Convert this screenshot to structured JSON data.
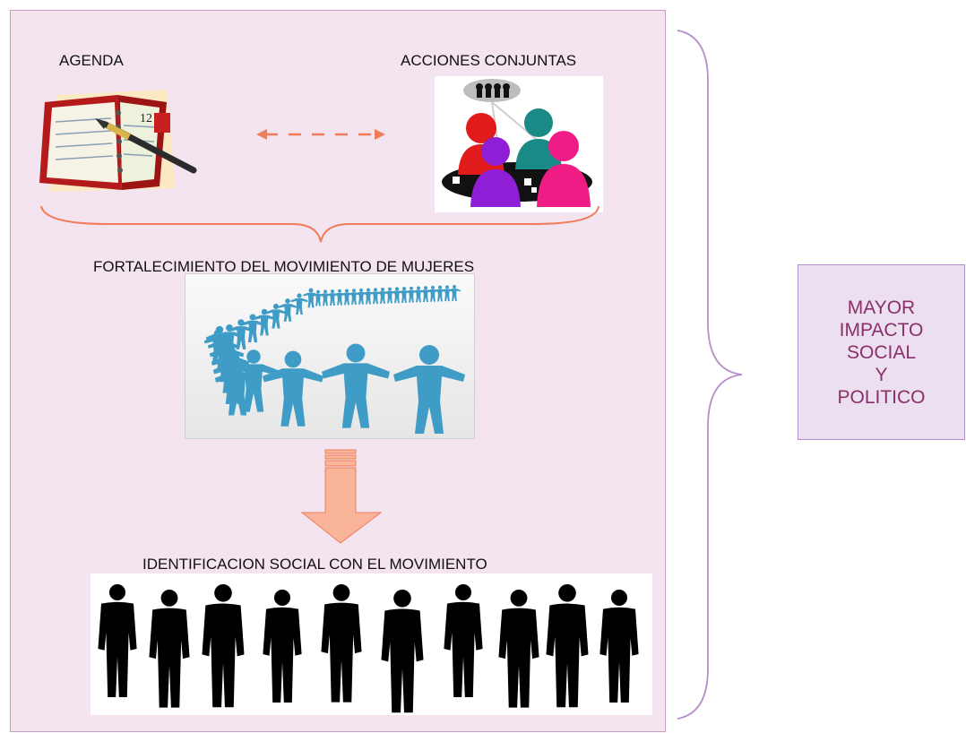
{
  "diagram": {
    "labels": {
      "agenda": "AGENDA",
      "acciones": "ACCIONES CONJUNTAS",
      "fortalecimiento": "FORTALECIMIENTO DEL MOVIMIENTO DE MUJERES",
      "identificacion": "IDENTIFICACION SOCIAL CON EL MOVIMIENTO"
    },
    "calendar_number": "12",
    "result": {
      "lines": [
        "MAYOR",
        "IMPACTO",
        "SOCIAL",
        "Y",
        "POLITICO"
      ]
    }
  },
  "colors": {
    "panel_bg": "#f3e4ef",
    "panel_border": "#c99bc4",
    "brace_orange": "#f07c5a",
    "brace_purple": "#b58fc8",
    "result_text": "#8b2f6a",
    "arrow_fill": "#f9b49a",
    "figure_blue": "#3f9cc6"
  },
  "icons": [
    "agenda-book-icon",
    "meeting-people-icon",
    "chain-of-people-image",
    "silhouettes-image",
    "down-arrow-icon",
    "double-arrow-icon"
  ]
}
